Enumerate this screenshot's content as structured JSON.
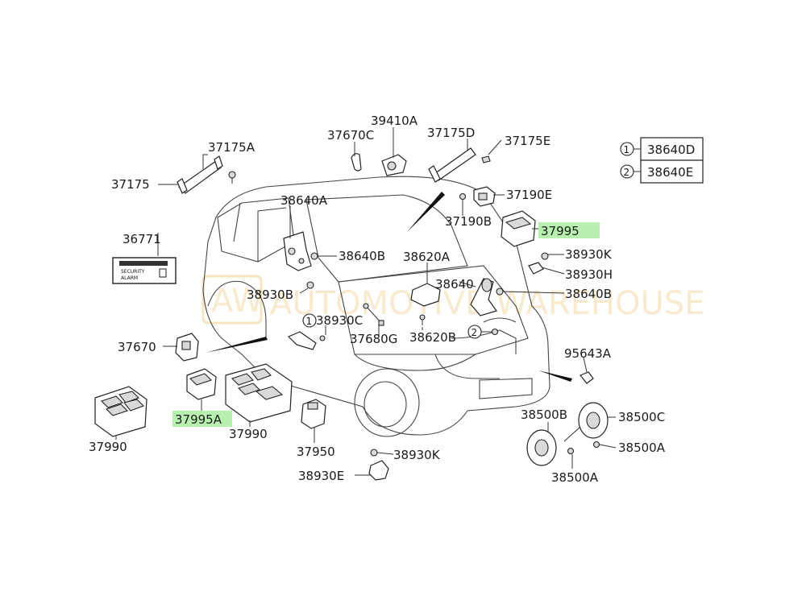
{
  "labels": {
    "p37175A": "37175A",
    "p37175": "37175",
    "p37670C": "37670C",
    "p39410A": "39410A",
    "p37175D": "37175D",
    "p37175E": "37175E",
    "p37190E": "37190E",
    "p37190B": "37190B",
    "p38640A": "38640A",
    "p38640B_1": "38640B",
    "p38930B": "38930B",
    "p36771": "36771",
    "p38620A": "38620A",
    "p37995": "37995",
    "p38930K_1": "38930K",
    "p38930H": "38930H",
    "p38640": "38640",
    "p38640B_2": "38640B",
    "p38930C": "38930C",
    "p37680G": "37680G",
    "p38620B": "38620B",
    "p37670": "37670",
    "p95643A": "95643A",
    "p37995A": "37995A",
    "p37990_1": "37990",
    "p37990_2": "37990",
    "p37950": "37950",
    "p38930K_2": "38930K",
    "p38930E": "38930E",
    "p38500B": "38500B",
    "p38500C": "38500C",
    "p38500A_1": "38500A",
    "p38500A_2": "38500A"
  },
  "callouts": {
    "c1_num": "1",
    "c1_code": "38640D",
    "c2_num": "2",
    "c2_code": "38640E",
    "diag1": "1",
    "diag2": "2"
  },
  "label_sticker": {
    "line1": "SECURITY",
    "line2": "ALARM"
  },
  "watermark": {
    "text": "AUTOMOTIVE WAREHOUSE",
    "badge": "AW"
  },
  "colors": {
    "highlight": "#b8f0b0",
    "ink": "#1a1a1a",
    "watermark": "#f4d9a8"
  }
}
